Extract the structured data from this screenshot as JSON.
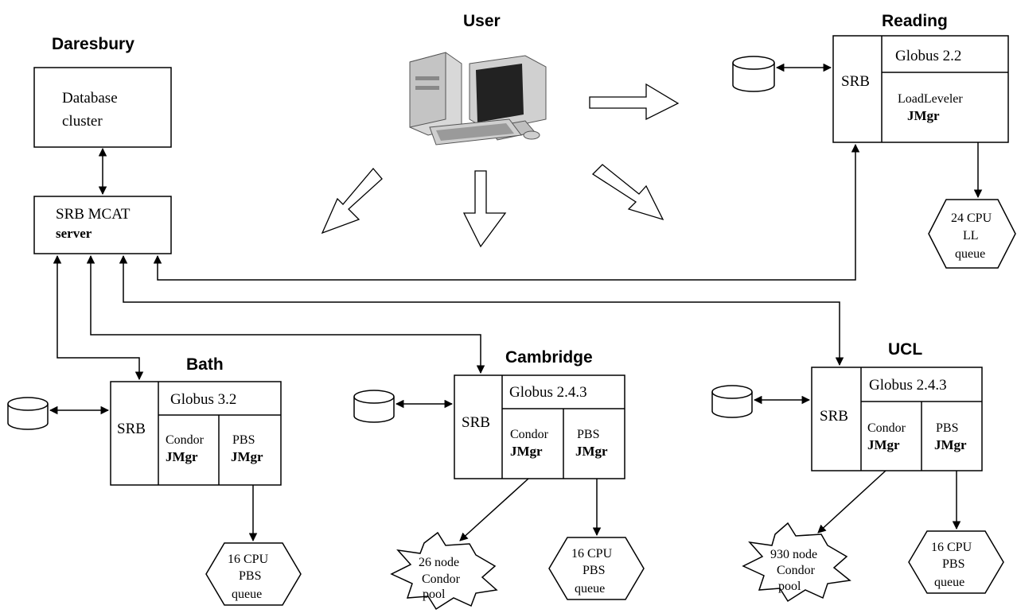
{
  "user": {
    "label": "User"
  },
  "daresbury": {
    "label": "Daresbury",
    "db_cluster": [
      "Database",
      "cluster"
    ],
    "mcat": [
      "SRB MCAT",
      "server"
    ]
  },
  "reading": {
    "label": "Reading",
    "srb": "SRB",
    "globus": "Globus 2.2",
    "jm": [
      "LoadLeveler",
      "JMgr"
    ],
    "queue": [
      "24 CPU",
      "LL",
      "queue"
    ]
  },
  "bath": {
    "label": "Bath",
    "srb": "SRB",
    "globus": "Globus 3.2",
    "jm1": [
      "Condor",
      "JMgr"
    ],
    "jm2": [
      "PBS",
      "JMgr"
    ],
    "queue": [
      "16 CPU",
      "PBS",
      "queue"
    ]
  },
  "cambridge": {
    "label": "Cambridge",
    "srb": "SRB",
    "globus": "Globus 2.4.3",
    "jm1": [
      "Condor",
      "JMgr"
    ],
    "jm2": [
      "PBS",
      "JMgr"
    ],
    "pool": [
      "26 node",
      "Condor",
      "pool"
    ],
    "queue": [
      "16 CPU",
      "PBS",
      "queue"
    ]
  },
  "ucl": {
    "label": "UCL",
    "srb": "SRB",
    "globus": "Globus 2.4.3",
    "jm1": [
      "Condor",
      "JMgr"
    ],
    "jm2": [
      "PBS",
      "JMgr"
    ],
    "pool": [
      "930 node",
      "Condor",
      "pool"
    ],
    "queue": [
      "16 CPU",
      "PBS",
      "queue"
    ]
  }
}
